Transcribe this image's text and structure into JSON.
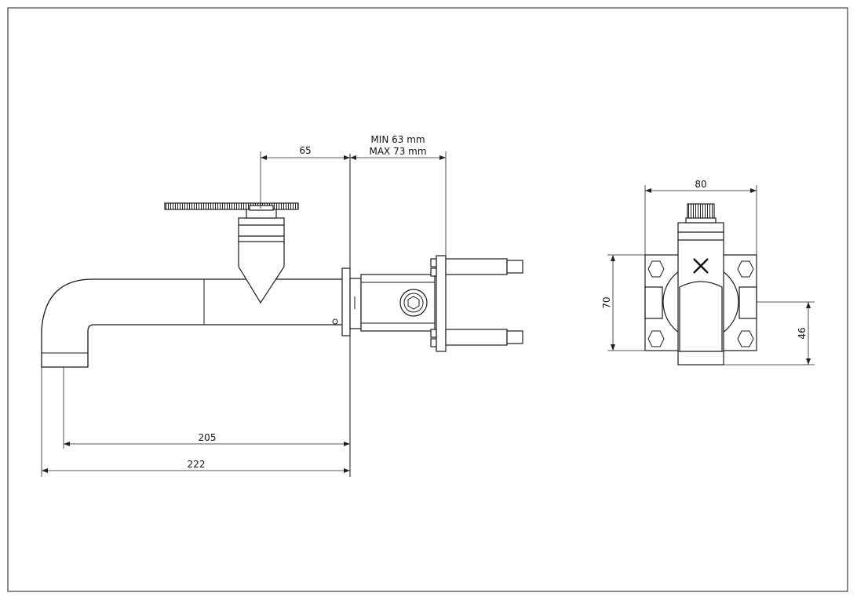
{
  "dimensions": {
    "handle_offset": "65",
    "wall_min": "MIN 63 mm",
    "wall_max": "MAX 73 mm",
    "spout_reach_inner": "205",
    "spout_reach_outer": "222",
    "front_width": "80",
    "front_height": "70",
    "outlet_height": "46"
  }
}
